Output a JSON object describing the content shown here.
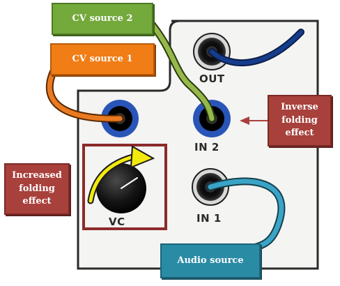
{
  "panel": {
    "jack_labels": {
      "out": "OUT",
      "in2": "IN 2",
      "in1": "IN 1",
      "vc": "VC"
    }
  },
  "callouts": {
    "cv_source_2": "CV source 2",
    "cv_source_1": "CV source 1",
    "inverse_folding": "Inverse folding effect",
    "increased_folding": "Increased folding effect",
    "audio_source": "Audio source"
  },
  "colors": {
    "panel_face": "#f4f4f2",
    "panel_outline": "#2a2a2a",
    "jack_ring": "#2a55b8",
    "cable_cv2": "#96b84a",
    "cable_cv1": "#ea7a20",
    "cable_out": "#163d8c",
    "cable_audio": "#3aa4c6",
    "callout_green": "#74a93c",
    "callout_orange": "#f07d16",
    "callout_red": "#a8403b",
    "callout_teal": "#2a8ba4",
    "highlight_box": "#8c2b2b",
    "arrow_yellow": "#f2ea0e"
  },
  "icons": [
    "jack-socket-icon",
    "knob-icon",
    "curved-arrow-icon",
    "patch-cable-icon"
  ]
}
